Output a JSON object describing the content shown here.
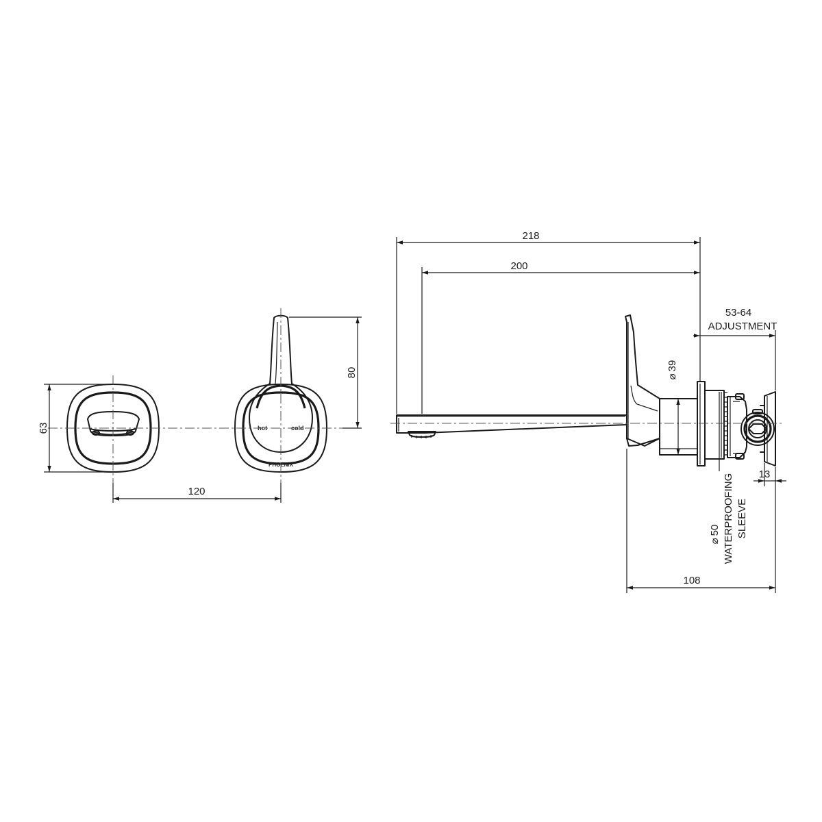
{
  "dimensions": {
    "overall_length": "218",
    "spout_length": "200",
    "adjustment_range": "53-64",
    "adjustment_label": "ADJUSTMENT",
    "pipe_diameter": "39",
    "handle_height": "80",
    "plate_height": "63",
    "centres": "120",
    "sleeve_diameter": "50",
    "sleeve_label_1": "WATERPROOFING",
    "sleeve_label_2": "SLEEVE",
    "body_offset": "13",
    "total_depth": "108"
  },
  "markings": {
    "hot": "hot",
    "cold": "cold",
    "brand": "PHOENIX"
  },
  "symbols": {
    "diameter": "⌀"
  }
}
